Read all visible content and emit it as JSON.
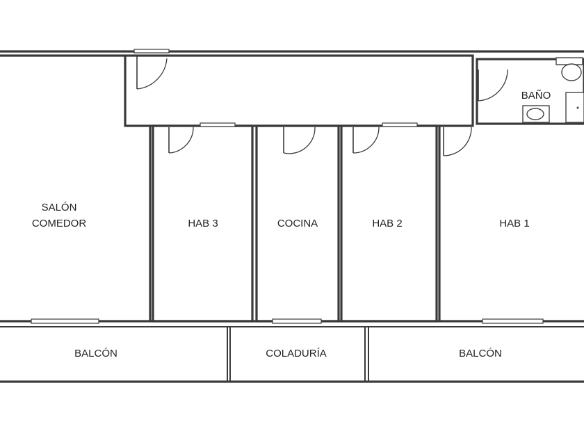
{
  "rooms": {
    "salon_line1": "SALÓN",
    "salon_line2": "COMEDOR",
    "hab3": "HAB 3",
    "cocina": "COCINA",
    "hab2": "HAB 2",
    "hab1": "HAB 1",
    "bano": "BAÑO",
    "balcon_left": "BALCÓN",
    "coladuria": "COLADURÍA",
    "balcon_right": "BALCÓN"
  },
  "icons": {
    "doors": "door-swing-icon",
    "windows": "window-icon",
    "toilet": "toilet-icon",
    "sink": "sink-icon",
    "shower": "shower-icon"
  },
  "colors": {
    "wall": "#3a3a3a",
    "background": "#ffffff",
    "text": "#222222"
  }
}
